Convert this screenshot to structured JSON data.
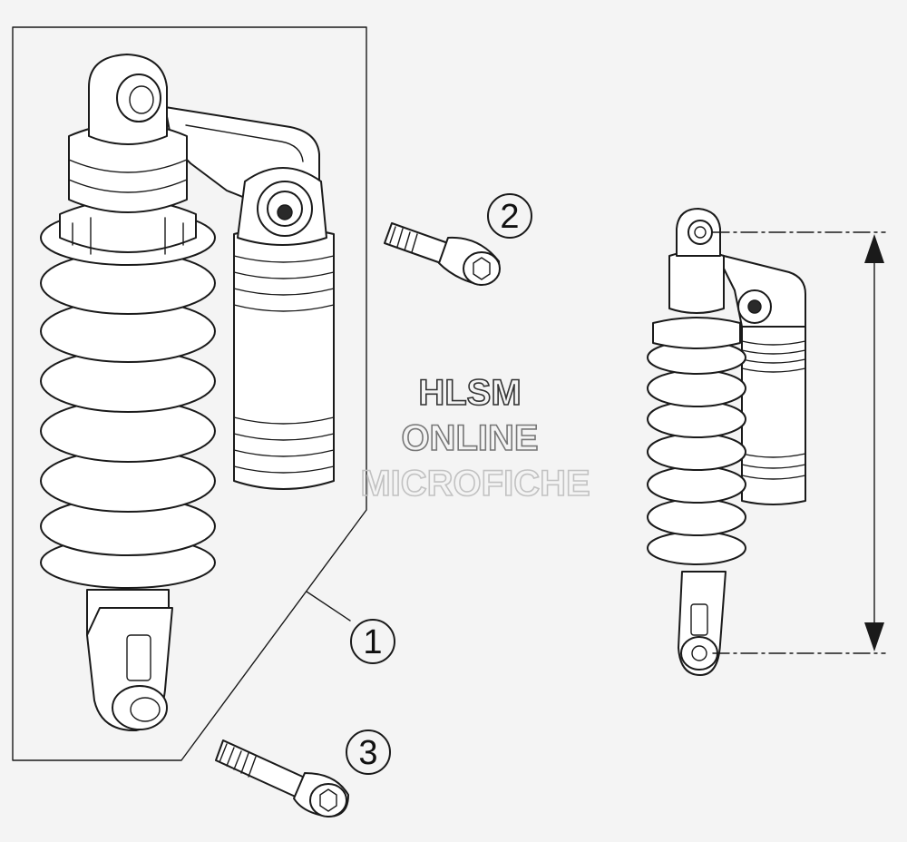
{
  "watermark": {
    "line1": "HLSM",
    "line2": "ONLINE",
    "line3": "MICROFICHE"
  },
  "callouts": [
    {
      "number": "1",
      "part": "shock-absorber"
    },
    {
      "number": "2",
      "part": "upper-mounting-screw"
    },
    {
      "number": "3",
      "part": "lower-mounting-screw"
    }
  ],
  "colors": {
    "background": "#f4f4f4",
    "line": "#1a1a1a",
    "watermark": "#8a8a8a"
  }
}
